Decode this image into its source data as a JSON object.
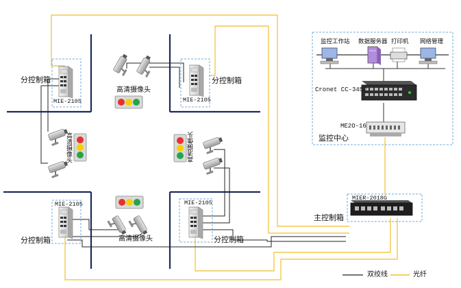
{
  "labels": {
    "sub_box": "分控制箱",
    "mie_model": "MIE-2105",
    "hd_camera": "高清摄像头",
    "main_box": "主控制箱",
    "mier_model": "MIER-2018G",
    "monitor_center": "监控中心",
    "cronet": "Cronet CC-3452",
    "me2o": "ME2O-16"
  },
  "center_devices": [
    "监控工作站",
    "数据服务器",
    "打印机",
    "网络管理"
  ],
  "legend": {
    "twisted_pair": "双绞线",
    "fiber": "光纤"
  },
  "colors": {
    "fiber": "#f2c94c",
    "cable": "#222222",
    "road": "#1a2a5a",
    "dashed_box": "#6fa8dc",
    "light_red": "#e83030",
    "light_yellow": "#f5d000",
    "light_green": "#25a54a"
  },
  "icons": [
    "switch-icon",
    "camera-icon",
    "traffic-light-icon",
    "workstation-icon",
    "server-icon",
    "printer-icon",
    "network-mgmt-icon",
    "rack-switch-icon",
    "converter-icon"
  ]
}
